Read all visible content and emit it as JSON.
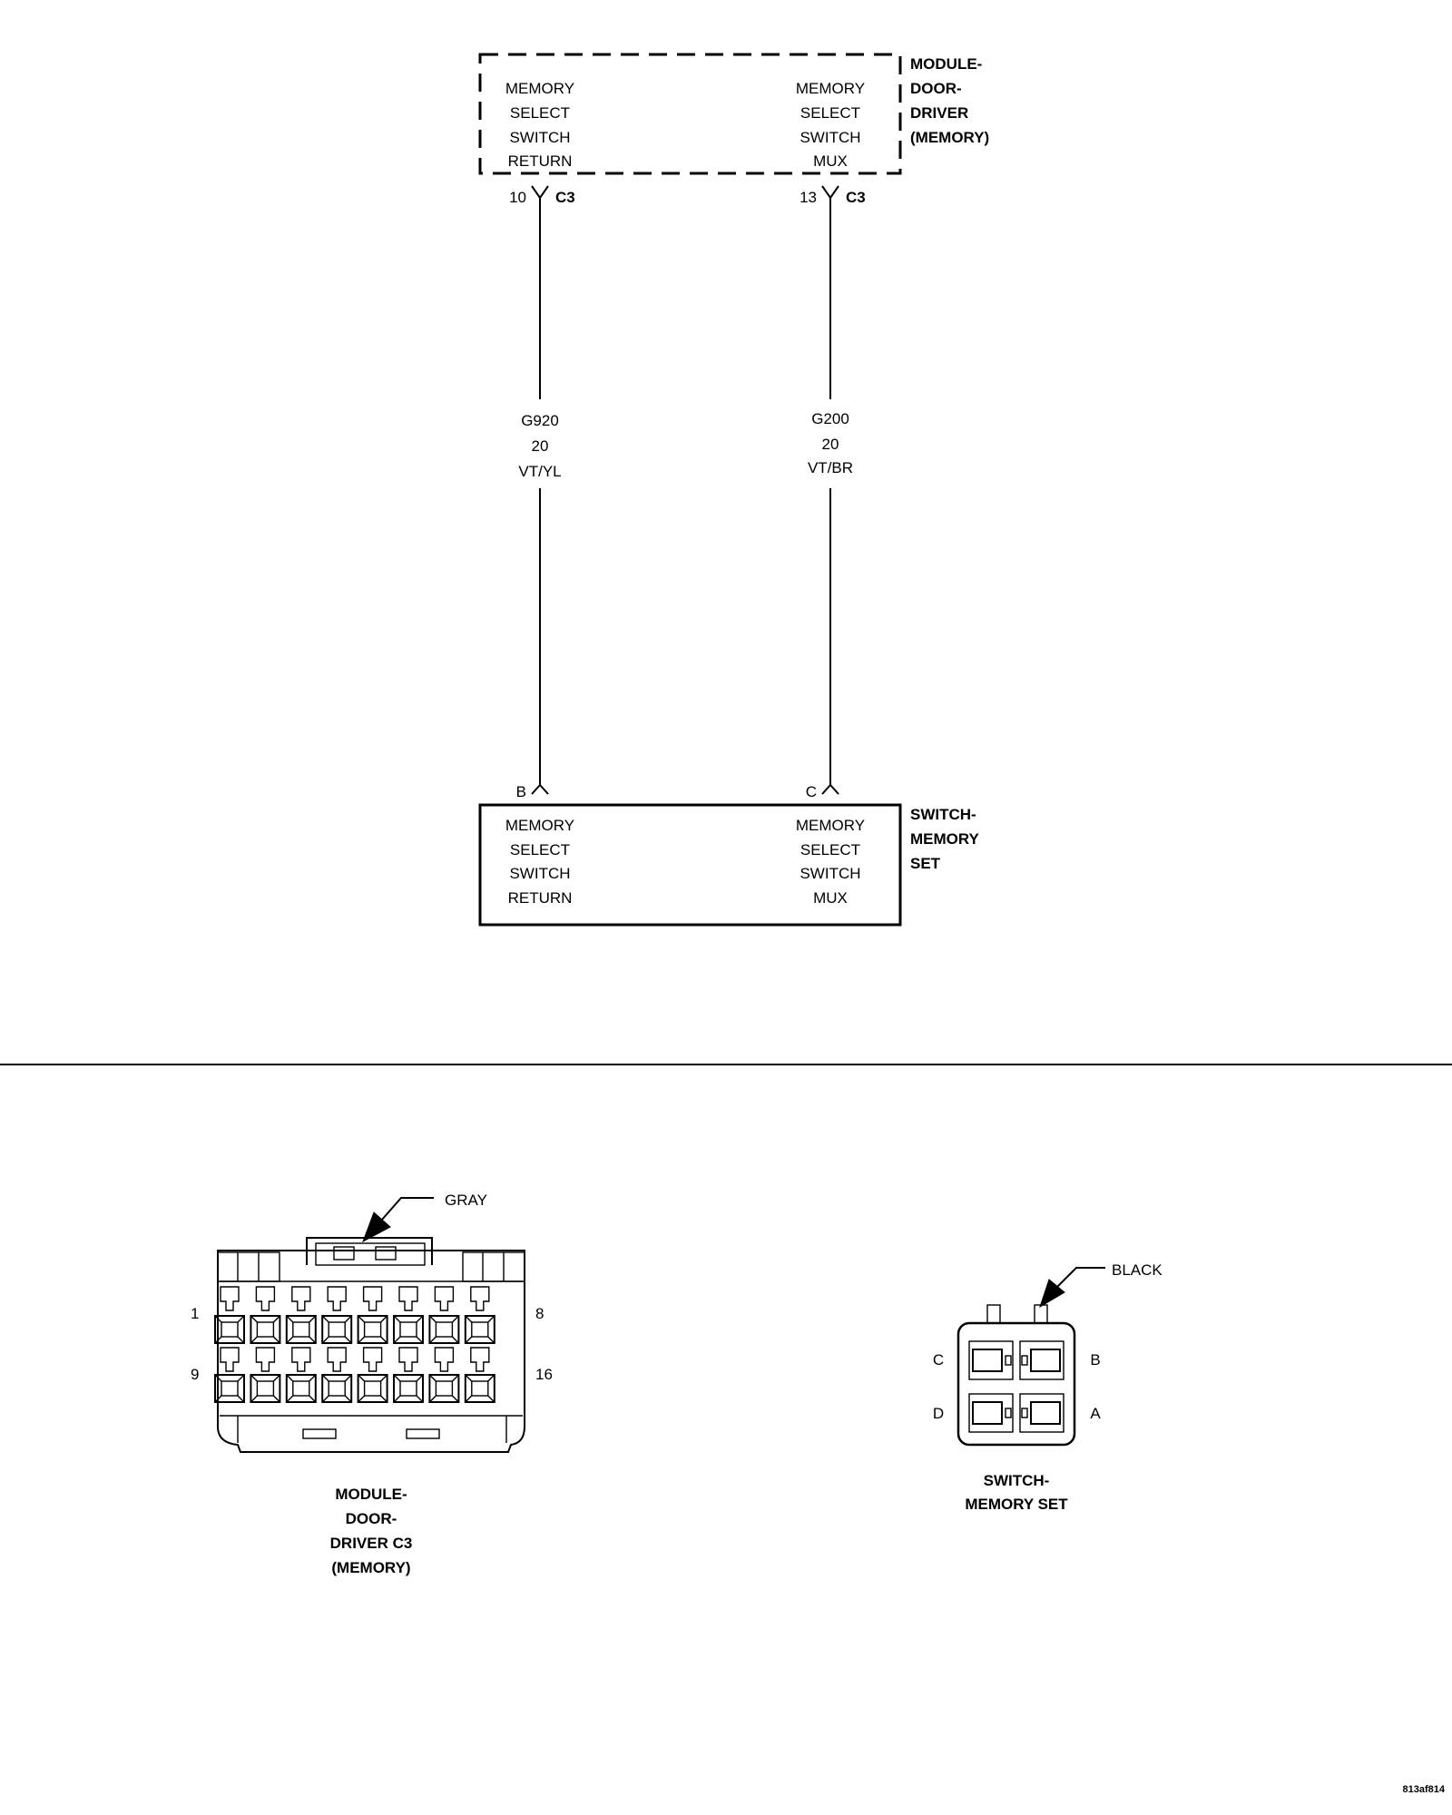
{
  "module": {
    "name_lines": [
      "MODULE-",
      "DOOR-",
      "DRIVER",
      "(MEMORY)"
    ],
    "left_func": [
      "MEMORY",
      "SELECT",
      "SWITCH",
      "RETURN"
    ],
    "right_func": [
      "MEMORY",
      "SELECT",
      "SWITCH",
      "MUX"
    ]
  },
  "pins": {
    "left_pin": "10",
    "left_conn": "C3",
    "right_pin": "13",
    "right_conn": "C3"
  },
  "wires": {
    "left": [
      "G920",
      "20",
      "VT/YL"
    ],
    "right": [
      "G200",
      "20",
      "VT/BR"
    ]
  },
  "switch": {
    "name_lines": [
      "SWITCH-",
      "MEMORY",
      "SET"
    ],
    "left_pin": "B",
    "right_pin": "C",
    "left_func": [
      "MEMORY",
      "SELECT",
      "SWITCH",
      "RETURN"
    ],
    "right_func": [
      "MEMORY",
      "SELECT",
      "SWITCH",
      "MUX"
    ]
  },
  "connector_c3": {
    "color_label": "GRAY",
    "pin_1": "1",
    "pin_8": "8",
    "pin_9": "9",
    "pin_16": "16",
    "caption_lines": [
      "MODULE-",
      "DOOR-",
      "DRIVER C3",
      "(MEMORY)"
    ]
  },
  "connector_switch": {
    "color_label": "BLACK",
    "cavity_c": "C",
    "cavity_b": "B",
    "cavity_d": "D",
    "cavity_a": "A",
    "caption_lines": [
      "SWITCH-",
      "MEMORY SET"
    ]
  },
  "figure_id": "813af814"
}
